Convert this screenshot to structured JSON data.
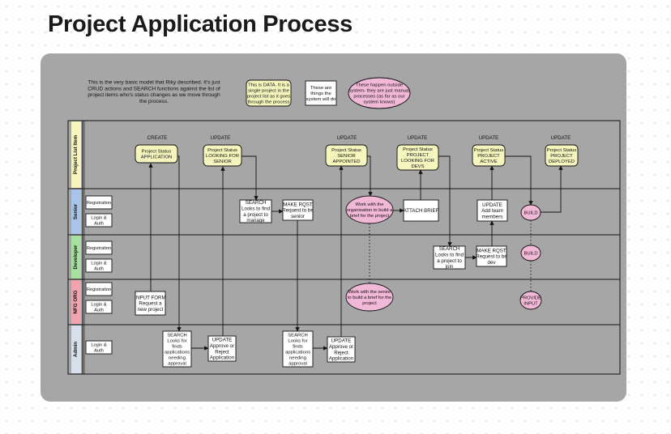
{
  "page_title": "Project Application Process",
  "intro_note": [
    "This is the very basic model that Riky described. It's just",
    "CRUD actions  and SEARCH functions against the list of",
    "project items who's status changes as we move through",
    "the process."
  ],
  "legend": {
    "data_note": [
      "This is DATA. It is a",
      "single project in the",
      "project list as it goes",
      "through the process"
    ],
    "system_note": [
      "These are",
      "things the",
      "system will do"
    ],
    "manual_note": [
      "These happen outside",
      "system- they are just manual",
      "processes (as far as our",
      "system knows)"
    ]
  },
  "lanes": [
    {
      "id": "project",
      "label": "Project List Item",
      "color": "#f5f5bd"
    },
    {
      "id": "senior",
      "label": "Senior",
      "color": "#a9c4ea"
    },
    {
      "id": "developer",
      "label": "Developer",
      "color": "#a7e0a0"
    },
    {
      "id": "nfg",
      "label": "NFG ORG",
      "color": "#f0a4ad"
    },
    {
      "id": "admin",
      "label": "Admin",
      "color": "#d8e0ee"
    }
  ],
  "lane_boxes": [
    {
      "lane": "senior",
      "items": [
        [
          "Registration"
        ],
        [
          "Login &",
          "Auth"
        ]
      ]
    },
    {
      "lane": "developer",
      "items": [
        [
          "Registration"
        ],
        [
          "Login &",
          "Auth"
        ]
      ]
    },
    {
      "lane": "nfg",
      "items": [
        [
          "Registration"
        ],
        [
          "Login &",
          "Auth"
        ]
      ]
    },
    {
      "lane": "admin",
      "items": [
        [
          "Login &",
          "Auth"
        ]
      ]
    }
  ],
  "stages": [
    {
      "label": "CREATE",
      "status": [
        "Project Status",
        "APPLICATION"
      ]
    },
    {
      "label": "UPDATE",
      "status": [
        "Project Status",
        "LOOKING FOR",
        "SENIOR"
      ]
    },
    {
      "label": "UPDATE",
      "status": [
        "Project Status",
        "SENIOR",
        "APPOINTED"
      ]
    },
    {
      "label": "UPDATE",
      "status": [
        "Project Status",
        "PROJECT",
        "LOOKING FOR",
        "DEVS"
      ]
    },
    {
      "label": "UPDATE",
      "status": [
        "Project Status",
        "PROJECT",
        "ACTIVE"
      ]
    },
    {
      "label": "UPDATE",
      "status": [
        "Project Status",
        "PROJECT",
        "DEPLOYED"
      ]
    }
  ],
  "system_actions": {
    "input_form": [
      "INPUT FORM",
      "Request a",
      "new project"
    ],
    "admin_search_1": [
      "SEARCH",
      "Looks for",
      "finds",
      "applications",
      "needing",
      "approval"
    ],
    "admin_update_1": [
      "UPDATE",
      "Approve or",
      "Reject",
      "Application"
    ],
    "senior_search": [
      "SEARCH",
      "Looks to find",
      "a project to",
      "manage"
    ],
    "senior_request": [
      "MAKE RQST",
      "Request to be",
      "senior"
    ],
    "admin_search_2": [
      "SEARCH",
      "Looks for",
      "finds",
      "applications",
      "needing",
      "approval"
    ],
    "admin_update_2": [
      "UPDATE",
      "Approve or",
      "Reject",
      "Application"
    ],
    "attach_brief": [
      "ATTACH BRIEF"
    ],
    "dev_search": [
      "SEARCH",
      "Looks to find",
      "a project to",
      "join"
    ],
    "dev_request": [
      "MAKE RQST",
      "Request to be",
      "dev"
    ],
    "add_team": [
      "UPDATE",
      "Add team",
      "members"
    ]
  },
  "manual_actions": {
    "senior_brief": [
      "Work with the",
      "organisation to build a",
      "brief for the project"
    ],
    "nfg_brief": [
      "Work with the senior",
      "to build a brief for the",
      "project"
    ],
    "build_senior": [
      "BUILD"
    ],
    "build_dev": [
      "BUILD"
    ],
    "provide_input": [
      "PROVIDE",
      "INPUT"
    ]
  },
  "colors": {
    "board": "#a6a6a6",
    "data_fill": "#f5f5bd",
    "manual_fill": "#f2b8d8",
    "system_fill": "#ffffff",
    "stroke": "#111111"
  }
}
